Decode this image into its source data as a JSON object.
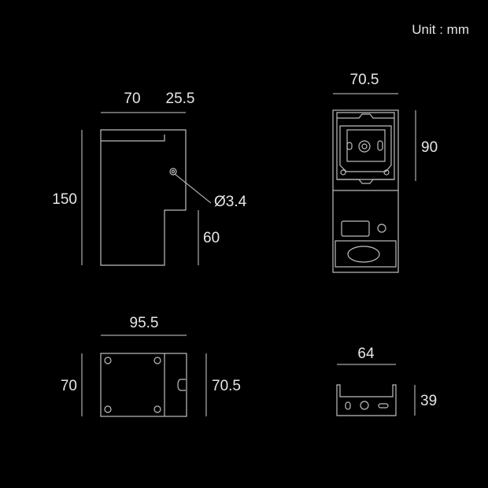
{
  "unit_label": "Unit : mm",
  "side_view": {
    "width_label": "70",
    "offset_label": "25.5",
    "height_label": "150",
    "lower_height_label": "60",
    "hole_label": "Ø3.4"
  },
  "back_view": {
    "width_label": "70.5",
    "height_label": "90"
  },
  "top_view": {
    "width_label": "95.5",
    "depth_label": "70",
    "right_depth_label": "70.5"
  },
  "bracket_view": {
    "width_label": "64",
    "height_label": "39"
  }
}
